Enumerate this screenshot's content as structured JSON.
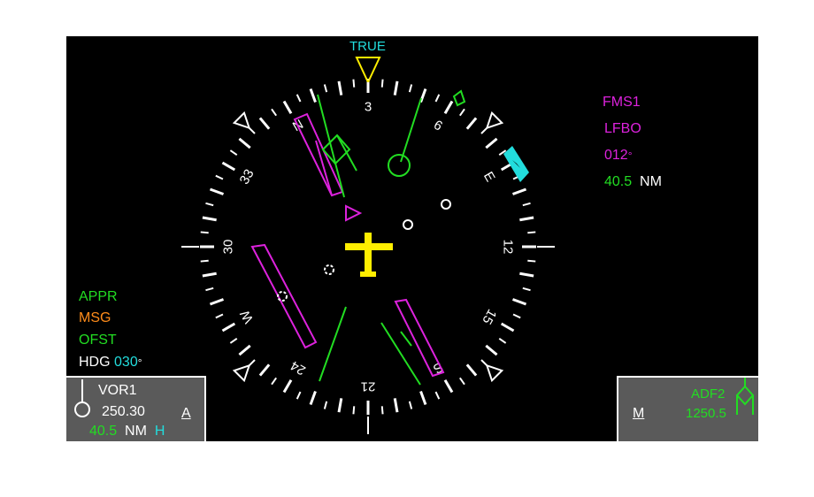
{
  "heading": {
    "mode": "TRUE",
    "current_deg": 30,
    "rose_labels": [
      {
        "deg": 0,
        "text": "N"
      },
      {
        "deg": 30,
        "text": "3"
      },
      {
        "deg": 60,
        "text": "6"
      },
      {
        "deg": 90,
        "text": "E"
      },
      {
        "deg": 120,
        "text": "12"
      },
      {
        "deg": 150,
        "text": "15"
      },
      {
        "deg": 180,
        "text": "S"
      },
      {
        "deg": 210,
        "text": "21"
      },
      {
        "deg": 240,
        "text": "24"
      },
      {
        "deg": 270,
        "text": "W"
      },
      {
        "deg": 300,
        "text": "30"
      },
      {
        "deg": 330,
        "text": "33"
      }
    ]
  },
  "fms": {
    "source": "FMS1",
    "waypoint": "LFBO",
    "bearing": "012",
    "bearing_unit": "°",
    "distance": "40.5",
    "distance_unit": "NM"
  },
  "modes": {
    "appr": "APPR",
    "msg": "MSG",
    "ofst": "OFST",
    "hdg_label": "HDG",
    "hdg_value": "030",
    "hdg_unit": "°"
  },
  "nav1": {
    "source": "VOR1",
    "frequency": "250.30",
    "mode": "A",
    "distance": "40.5",
    "distance_unit": "NM",
    "flag": "H"
  },
  "nav2": {
    "mode": "M",
    "source": "ADF2",
    "frequency": "1250.5"
  },
  "colors": {
    "background": "#000000",
    "green": "#22dd22",
    "magenta": "#dd22dd",
    "cyan": "#22dddd",
    "white": "#ffffff",
    "yellow": "#ffee00",
    "orange": "#ff8c1a",
    "panel": "#5a5a5a"
  },
  "icons": {
    "aircraft": "aircraft-symbol-icon",
    "lubber": "lubber-line-icon",
    "vor": "vor-bearing-pointer-icon",
    "adf": "adf-bearing-pointer-icon",
    "heading_bug": "heading-bug-icon"
  }
}
